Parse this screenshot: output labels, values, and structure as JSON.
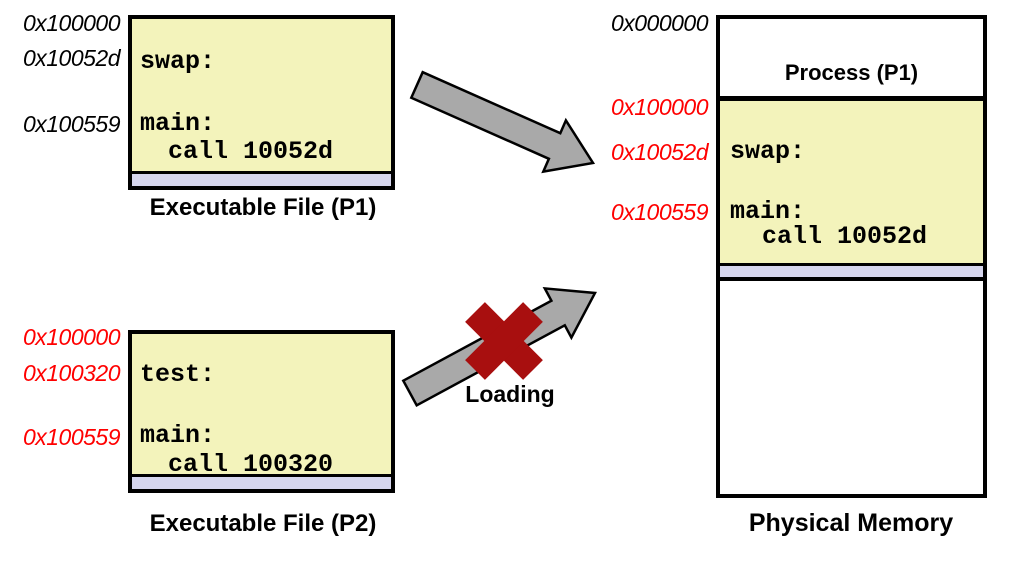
{
  "exe_p1": {
    "label": "Executable File (P1)",
    "addresses": [
      "0x100000",
      "0x10052d",
      "0x100559"
    ],
    "address_color": "#000000",
    "code": {
      "line1": "swap:",
      "line2": "main:",
      "line3": "call 10052d"
    }
  },
  "exe_p2": {
    "label": "Executable File (P2)",
    "addresses": [
      "0x100000",
      "0x100320",
      "0x100559"
    ],
    "address_color": "#FF0000",
    "code": {
      "line1": "test:",
      "line2": "main:",
      "line3": "call 100320"
    }
  },
  "memory": {
    "label": "Physical Memory",
    "process_header": "Process (P1)",
    "top_address": "0x000000",
    "top_address_color": "#000000",
    "addresses": [
      "0x100000",
      "0x10052d",
      "0x100559"
    ],
    "address_color": "#FF0000",
    "code": {
      "line1": "swap:",
      "line2": "main:",
      "line3": "call 10052d"
    }
  },
  "loading": {
    "label": "Loading"
  },
  "colors": {
    "box_fill": "#F3F3BB",
    "data_strip": "#D6D6EE",
    "arrow_gray": "#A9A9A9",
    "cross_red": "#A80F0F",
    "address_red": "#FF0000",
    "outline": "#000000"
  }
}
